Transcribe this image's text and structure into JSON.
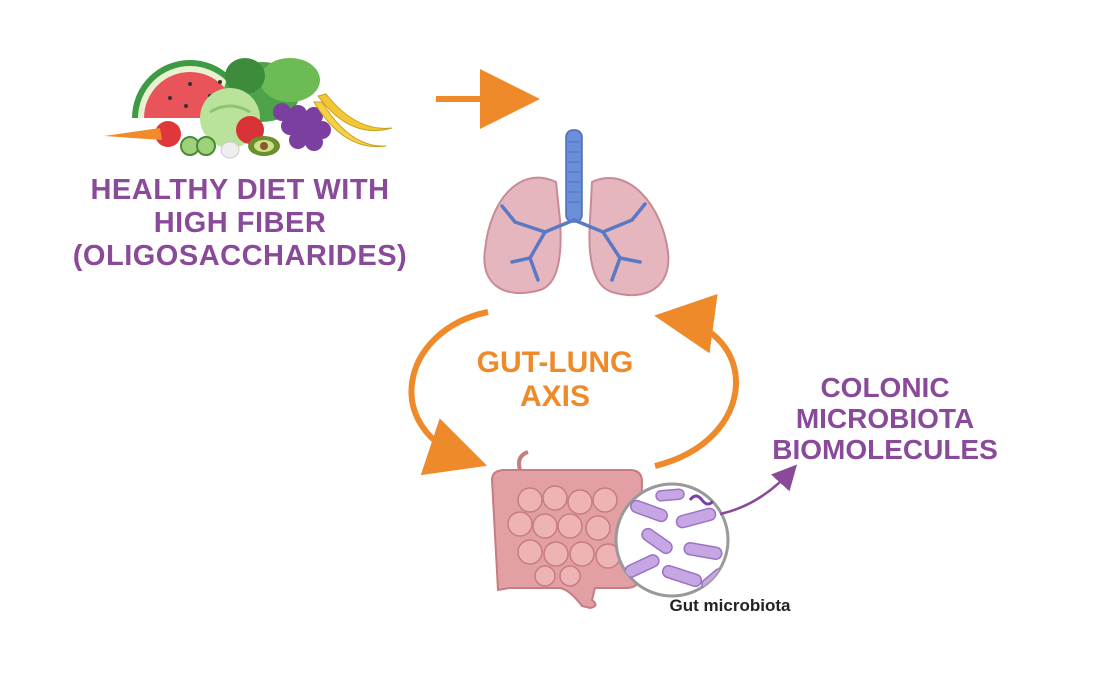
{
  "colors": {
    "purple_text": "#8a4a9a",
    "orange": "#ef8a2a",
    "lung_pink": "#e6b6bf",
    "airway_blue": "#5a78c4",
    "intestine": "#e2a0a4",
    "bacteria": "#b896d6"
  },
  "diet": {
    "icon": "fruits-vegetables-icon",
    "lines": [
      "HEALTHY DIET WITH",
      "HIGH FIBER",
      "(OLIGOSACCHARIDES)"
    ]
  },
  "axis": {
    "lines": [
      "GUT-LUNG",
      "AXIS"
    ]
  },
  "colonic": {
    "lines": [
      "COLONIC",
      "MICROBIOTA",
      "BIOMOLECULES"
    ]
  },
  "microbiota": {
    "label": "Gut microbiota"
  },
  "icons": [
    "lungs-icon",
    "intestine-icon",
    "bacteria-magnifier-icon"
  ]
}
